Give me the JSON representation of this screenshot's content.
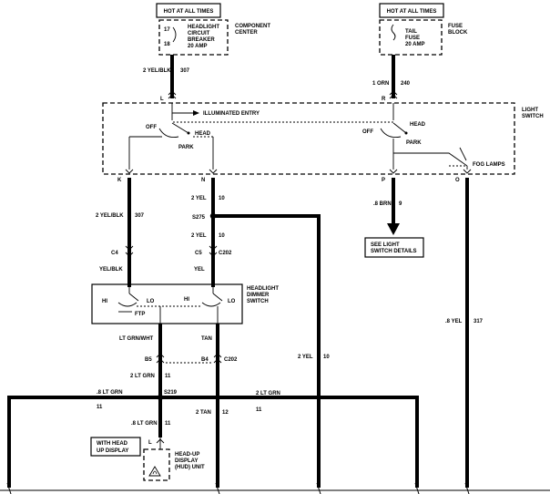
{
  "top": {
    "hot_left": "HOT AT ALL TIMES",
    "hot_right": "HOT AT ALL TIMES",
    "breaker_pin_top": "17",
    "breaker_pin_bottom": "18",
    "breaker_line1": "HEADLIGHT",
    "breaker_line2": "CIRCUIT",
    "breaker_line3": "BREAKER",
    "breaker_line4": "20 AMP",
    "component_center_1": "COMPONENT",
    "component_center_2": "CENTER",
    "fuse_line1": "TAIL",
    "fuse_line2": "FUSE",
    "fuse_line3": "20 AMP",
    "fuse_block_1": "FUSE",
    "fuse_block_2": "BLOCK"
  },
  "light_switch": {
    "title_1": "LIGHT",
    "title_2": "SWITCH",
    "pin_l": "L",
    "pin_r": "R",
    "pin_k": "K",
    "pin_n": "N",
    "pin_p": "P",
    "pin_o": "O",
    "illuminated_entry": "ILLUMINATED ENTRY",
    "off_left": "OFF",
    "head_left": "HEAD",
    "park_left": "PARK",
    "off_right": "OFF",
    "head_right": "HEAD",
    "park_right": "PARK",
    "fog_lamps": "FOG LAMPS"
  },
  "wires": {
    "w307_top_gauge": "2 YEL/BLK",
    "w307_top_num": "307",
    "w240_gauge": "1 ORN",
    "w240_num": "240",
    "w307_mid_gauge": "2 YEL/BLK",
    "w307_mid_num": "307",
    "w10_a_gauge": "2 YEL",
    "w10_a_num": "10",
    "splice_s275": "S275",
    "w10_b_gauge": "2 YEL",
    "w10_b_num": "10",
    "w9_gauge": ".8 BRN",
    "w9_num": "9",
    "c4": "C4",
    "c5": "C5",
    "c202_a": "C202",
    "yel_blk": "YEL/BLK",
    "yel": "YEL",
    "see_details_1": "SEE LIGHT",
    "see_details_2": "SWITCH DETAILS",
    "w317_gauge": ".8 YEL",
    "w317_num": "317",
    "w10_right_gauge": "2 YEL",
    "w10_right_num": "10",
    "lt_grn_wht": "LT GRN/WHT",
    "tan": "TAN",
    "b5": "B5",
    "b4": "B4",
    "c202_b": "C202",
    "w11_a_gauge": "2 LT GRN",
    "w11_a_num": "11",
    "w11_left_gauge": ".8 LT GRN",
    "w11_left_num": "11",
    "splice_s219": "S219",
    "w11_right_gauge": "2 LT GRN",
    "w11_right_num": "11",
    "w11_b_gauge": ".8 LT GRN",
    "w11_b_num": "11",
    "w12_gauge": "2 TAN",
    "w12_num": "12",
    "hud_pin": "L"
  },
  "dimmer": {
    "title_1": "HEADLIGHT",
    "title_2": "DIMMER",
    "title_3": "SWITCH",
    "hi_left": "HI",
    "lo_left": "LO",
    "hi_right": "HI",
    "lo_right": "LO",
    "ftp": "FTP"
  },
  "hud": {
    "with_hud_1": "WITH HEAD",
    "with_hud_2": "UP DISPLAY",
    "unit_1": "HEAD-UP",
    "unit_2": "DISPLAY",
    "unit_3": "(HUD)  UNIT"
  }
}
